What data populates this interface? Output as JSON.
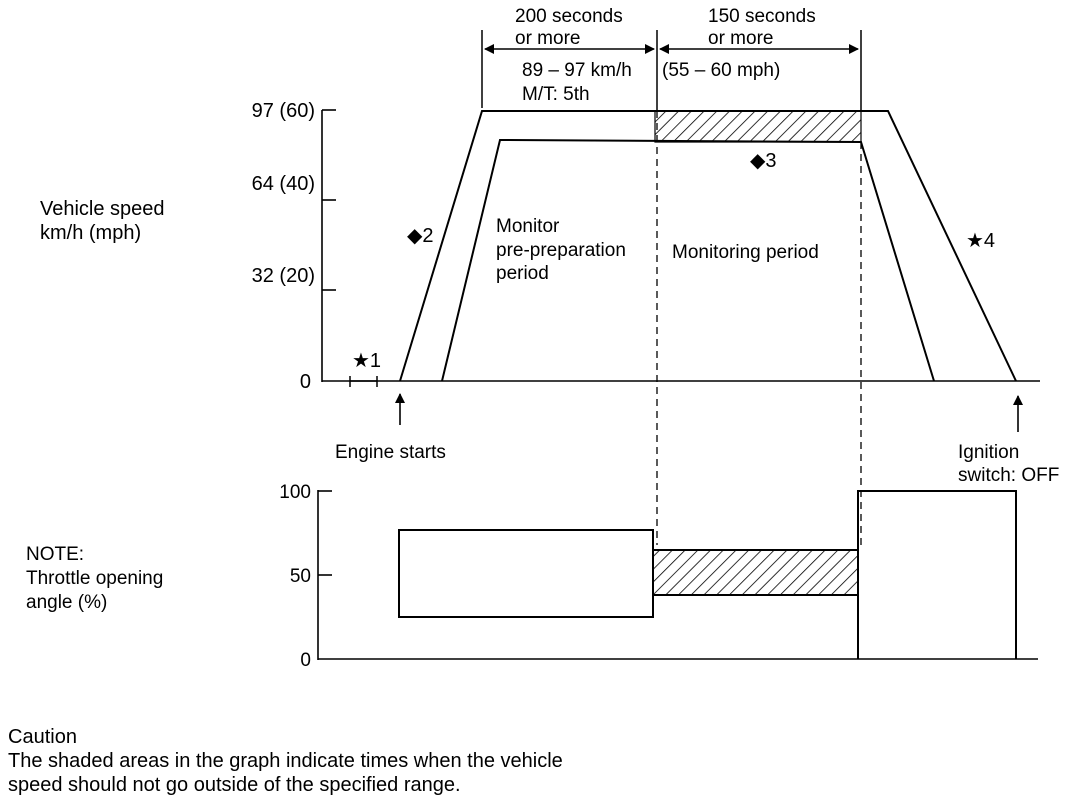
{
  "speed_chart": {
    "ylabel_line1": "Vehicle speed",
    "ylabel_line2": "km/h (mph)",
    "ticks": [
      "97 (60)",
      "64 (40)",
      "32 (20)",
      "0"
    ],
    "period1_line1": "200 seconds",
    "period1_line2": "or more",
    "period2_line1": "150 seconds",
    "period2_line2": "or more",
    "speed_range_a": "89 – 97 km/h",
    "speed_range_b": "(55 – 60 mph)",
    "gear": "M/T: 5th",
    "marker1": "★1",
    "marker2": "◆2",
    "marker3": "◆3",
    "marker4": "★4",
    "preprep_line1": "Monitor",
    "preprep_line2": "pre-preparation",
    "preprep_line3": "period",
    "monitoring": "Monitoring period",
    "engine_starts": "Engine starts",
    "ignition_line1": "Ignition",
    "ignition_line2": "switch: OFF"
  },
  "throttle_chart": {
    "note": "NOTE:",
    "ylabel_line1": "Throttle  opening",
    "ylabel_line2": "angle (%)",
    "ticks": [
      "100",
      "50",
      "0"
    ]
  },
  "caution": {
    "title": "Caution",
    "line1": "The shaded areas in the graph indicate times when the vehicle",
    "line2": "speed should not go outside of the specified range."
  }
}
